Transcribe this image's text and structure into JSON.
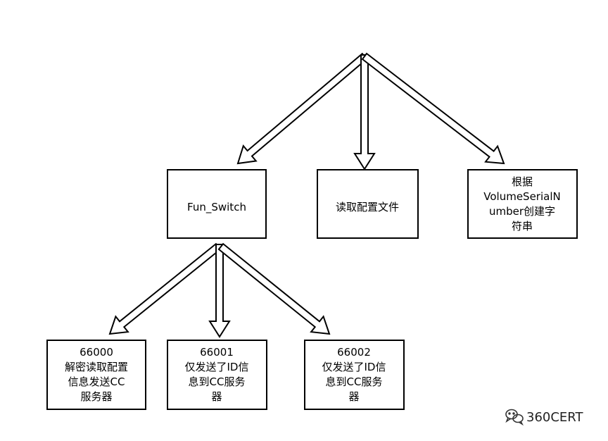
{
  "nodes": {
    "fun_switch": {
      "lines": [
        "Fun_Switch"
      ]
    },
    "read_config": {
      "lines": [
        "读取配置文件"
      ]
    },
    "volume_serial": {
      "lines": [
        "根据",
        "VolumeSerialN",
        "umber创建字",
        "符串"
      ]
    },
    "code_66000": {
      "lines": [
        "66000",
        "解密读取配置",
        "信息发送CC",
        "服务器"
      ]
    },
    "code_66001": {
      "lines": [
        "66001",
        "仅发送了ID信",
        "息到CC服务",
        "器"
      ]
    },
    "code_66002": {
      "lines": [
        "66002",
        "仅发送了ID信",
        "息到CC服务",
        "器"
      ]
    }
  },
  "watermark": {
    "text": "360CERT",
    "icon": "wechat-bubbles-icon"
  }
}
